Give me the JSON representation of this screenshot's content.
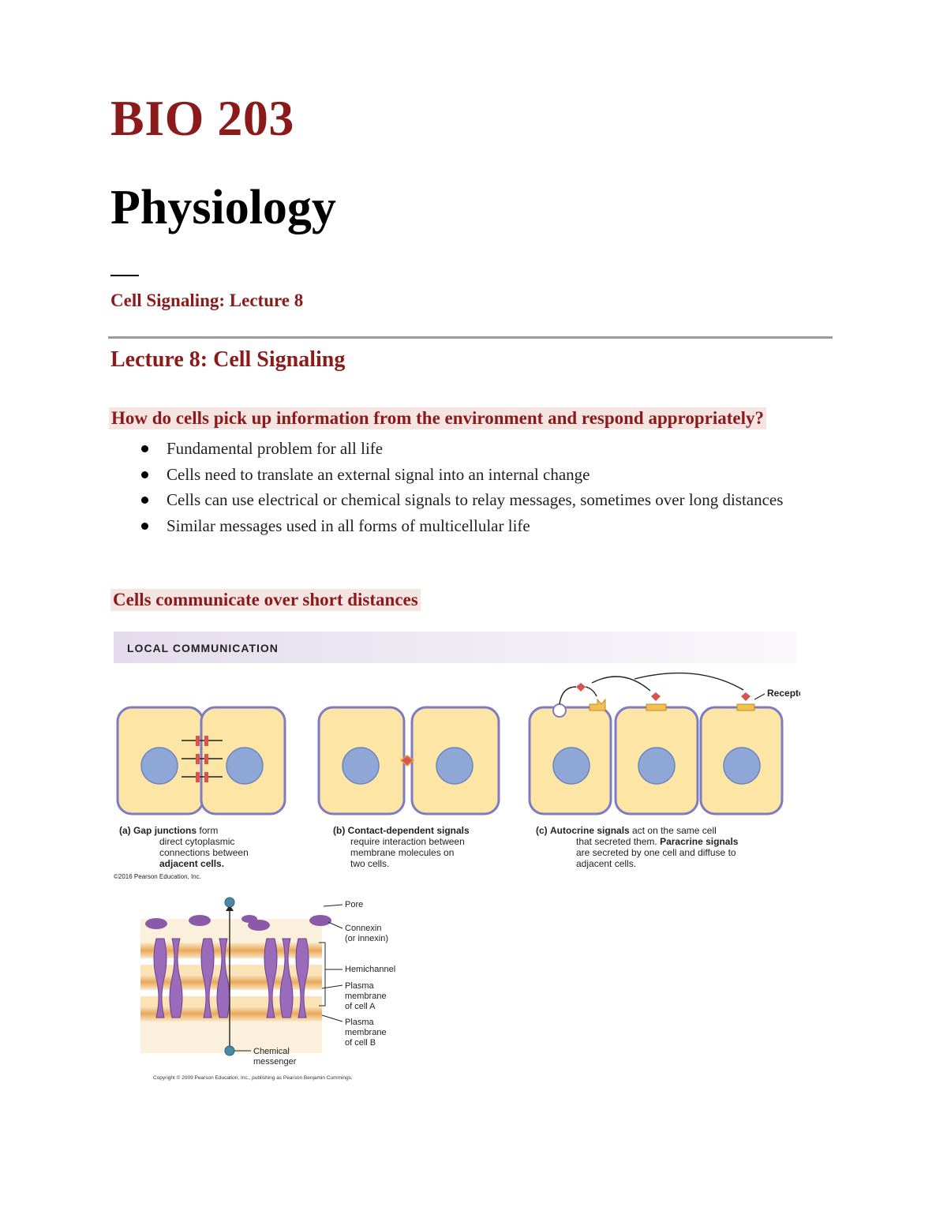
{
  "header": {
    "course_code": "BIO 203",
    "course_name": "Physiology",
    "subtitle": "Cell Signaling: Lecture 8"
  },
  "lecture": {
    "heading": "Lecture 8: Cell Signaling",
    "question": "How do cells pick up information from the environment and respond appropriately?",
    "bullets": [
      "Fundamental problem for all life",
      "Cells need to translate an external signal into an internal change",
      "Cells can use electrical or chemical signals to relay messages, sometimes over long distances",
      "Similar messages used in all forms of multicellular life"
    ],
    "short_heading": "Cells communicate over short distances"
  },
  "figure_local": {
    "banner": "LOCAL COMMUNICATION",
    "receptor_label": "Receptor",
    "caption_a": {
      "tag": "(a)",
      "bold": "Gap junctions",
      "lines": [
        "form",
        "direct cytoplasmic",
        "connections between",
        "adjacent cells."
      ]
    },
    "caption_b": {
      "tag": "(b)",
      "bold": "Contact-dependent signals",
      "lines": [
        "require interaction between",
        "membrane molecules on",
        "two cells."
      ]
    },
    "caption_c": {
      "tag": "(c)",
      "bold1": "Autocrine signals",
      "text1": "act on the same cell",
      "text2": "that secreted them.",
      "bold2": "Paracrine signals",
      "lines": [
        "are secreted by one cell and diffuse to",
        "adjacent cells."
      ]
    },
    "copyright": "©2016 Pearson Education, Inc."
  },
  "figure_gap": {
    "labels": {
      "pore": "Pore",
      "connexin": "Connexin",
      "connexin_alt": "(or innexin)",
      "hemichannel": "Hemichannel",
      "plasma_a": [
        "Plasma",
        "membrane",
        "of cell A"
      ],
      "plasma_b": [
        "Plasma",
        "membrane",
        "of cell B"
      ],
      "messenger": [
        "Chemical",
        "messenger"
      ]
    },
    "copyright": "Copyright © 2009 Pearson Education, Inc., publishing as Pearson Benjamin Cummings."
  },
  "colors": {
    "heading_red": "#8b1b1b",
    "highlight": "#f4e4e2",
    "cell_fill": "#fde5a6",
    "cell_border": "#7d7bc4",
    "nucleus": "#8fa7d6",
    "connexin": "#8a5aa8"
  }
}
